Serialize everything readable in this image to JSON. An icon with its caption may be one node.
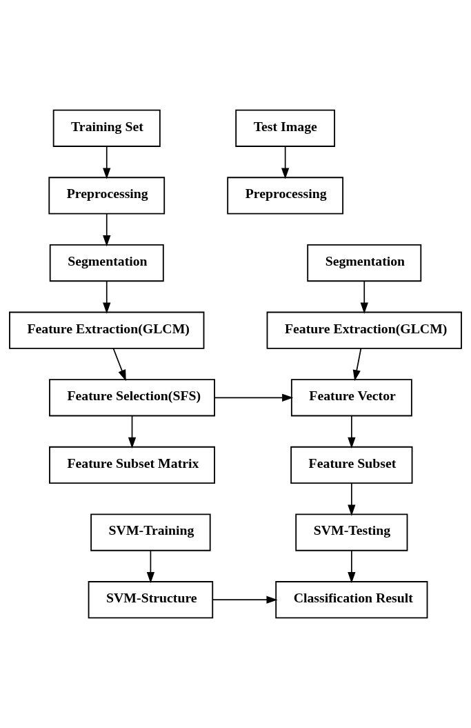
{
  "diagram": {
    "nodes": [
      {
        "text": [
          "Training Set"
        ]
      },
      {
        "text": [
          "Test Image"
        ]
      },
      {
        "text": [
          "Preprocessing"
        ]
      },
      {
        "text": [
          "Preprocessing"
        ]
      },
      {
        "text": [
          "Segmentation"
        ]
      },
      {
        "text": [
          "Segmentation"
        ]
      },
      {
        "text": [
          "Feature Extraction(GLCM)"
        ]
      },
      {
        "text": [
          "Feature Extraction(GLCM)"
        ]
      },
      {
        "text": [
          "Feature Selection(SFS)"
        ]
      },
      {
        "text": [
          "Feature Vector"
        ]
      },
      {
        "text": [
          "Feature Subset Matrix"
        ]
      },
      {
        "text": [
          "Feature Subset"
        ]
      },
      {
        "text": [
          "SVM-Training"
        ]
      },
      {
        "text": [
          "SVM-Testing"
        ]
      },
      {
        "text": [
          "SVM-Structure"
        ]
      },
      {
        "text": [
          "Classification Result"
        ]
      }
    ],
    "edges": [
      {
        "from": 0,
        "to": 2,
        "arrow": "to"
      },
      {
        "from": 1,
        "to": 3,
        "arrow": "to"
      },
      {
        "from": 2,
        "to": 4,
        "arrow": "to"
      },
      {
        "from": 4,
        "to": 6,
        "arrow": "to"
      },
      {
        "from": 5,
        "to": 7,
        "arrow": "to"
      },
      {
        "from": 6,
        "to": 8,
        "arrow": "to"
      },
      {
        "from": 8,
        "to": 9,
        "arrow": "to"
      },
      {
        "from": 8,
        "to": 10,
        "arrow": "to"
      },
      {
        "from": 7,
        "to": 9,
        "arrow": "to"
      },
      {
        "from": 9,
        "to": 11,
        "arrow": "to"
      },
      {
        "from": 11,
        "to": 13,
        "arrow": "to"
      },
      {
        "from": 12,
        "to": 14,
        "arrow": "to"
      },
      {
        "from": 13,
        "to": 15,
        "arrow": "to"
      },
      {
        "from": 14,
        "to": 15,
        "arrow": "to"
      }
    ]
  }
}
